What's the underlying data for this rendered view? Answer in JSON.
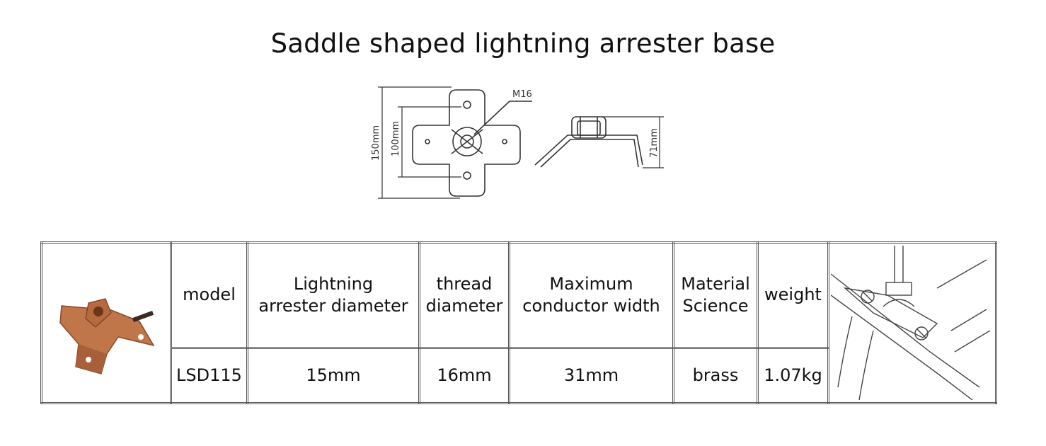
{
  "title": "Saddle shaped lightning arrester base",
  "drawing": {
    "label_m16": "M16",
    "label_150": "150mm",
    "label_100": "100mm",
    "label_71": "71mm"
  },
  "table": {
    "headers": {
      "model": "model",
      "diameter_1": "Lightning",
      "diameter_2": "arrester diameter",
      "thread_1": "thread",
      "thread_2": "diameter",
      "conductor_1": "Maximum",
      "conductor_2": "conductor width",
      "material_1": "Material",
      "material_2": "Science",
      "weight": "weight"
    },
    "row": {
      "model": "LSD115",
      "diameter": "15mm",
      "thread": "16mm",
      "conductor": "31mm",
      "material": "brass",
      "weight": "1.07kg"
    }
  },
  "colors": {
    "brass": "#c1764a",
    "border": "#555555"
  }
}
